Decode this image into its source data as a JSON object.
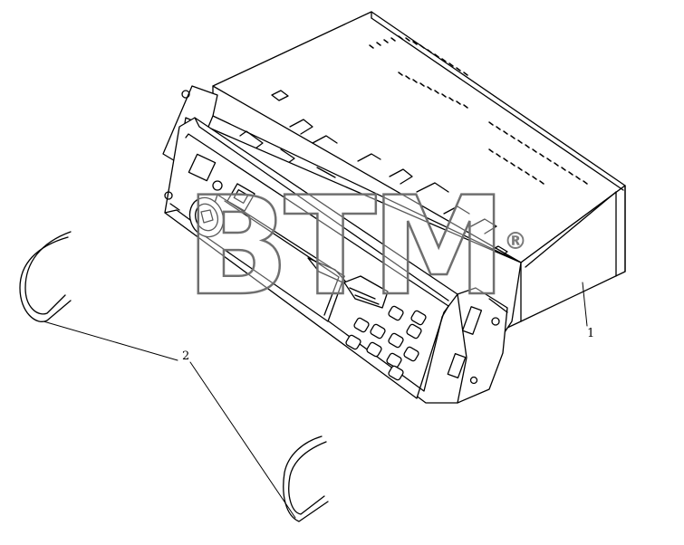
{
  "callouts": {
    "part_1": "1",
    "part_2": "2"
  },
  "watermark": {
    "text": "BTM",
    "registered_mark": "®"
  }
}
